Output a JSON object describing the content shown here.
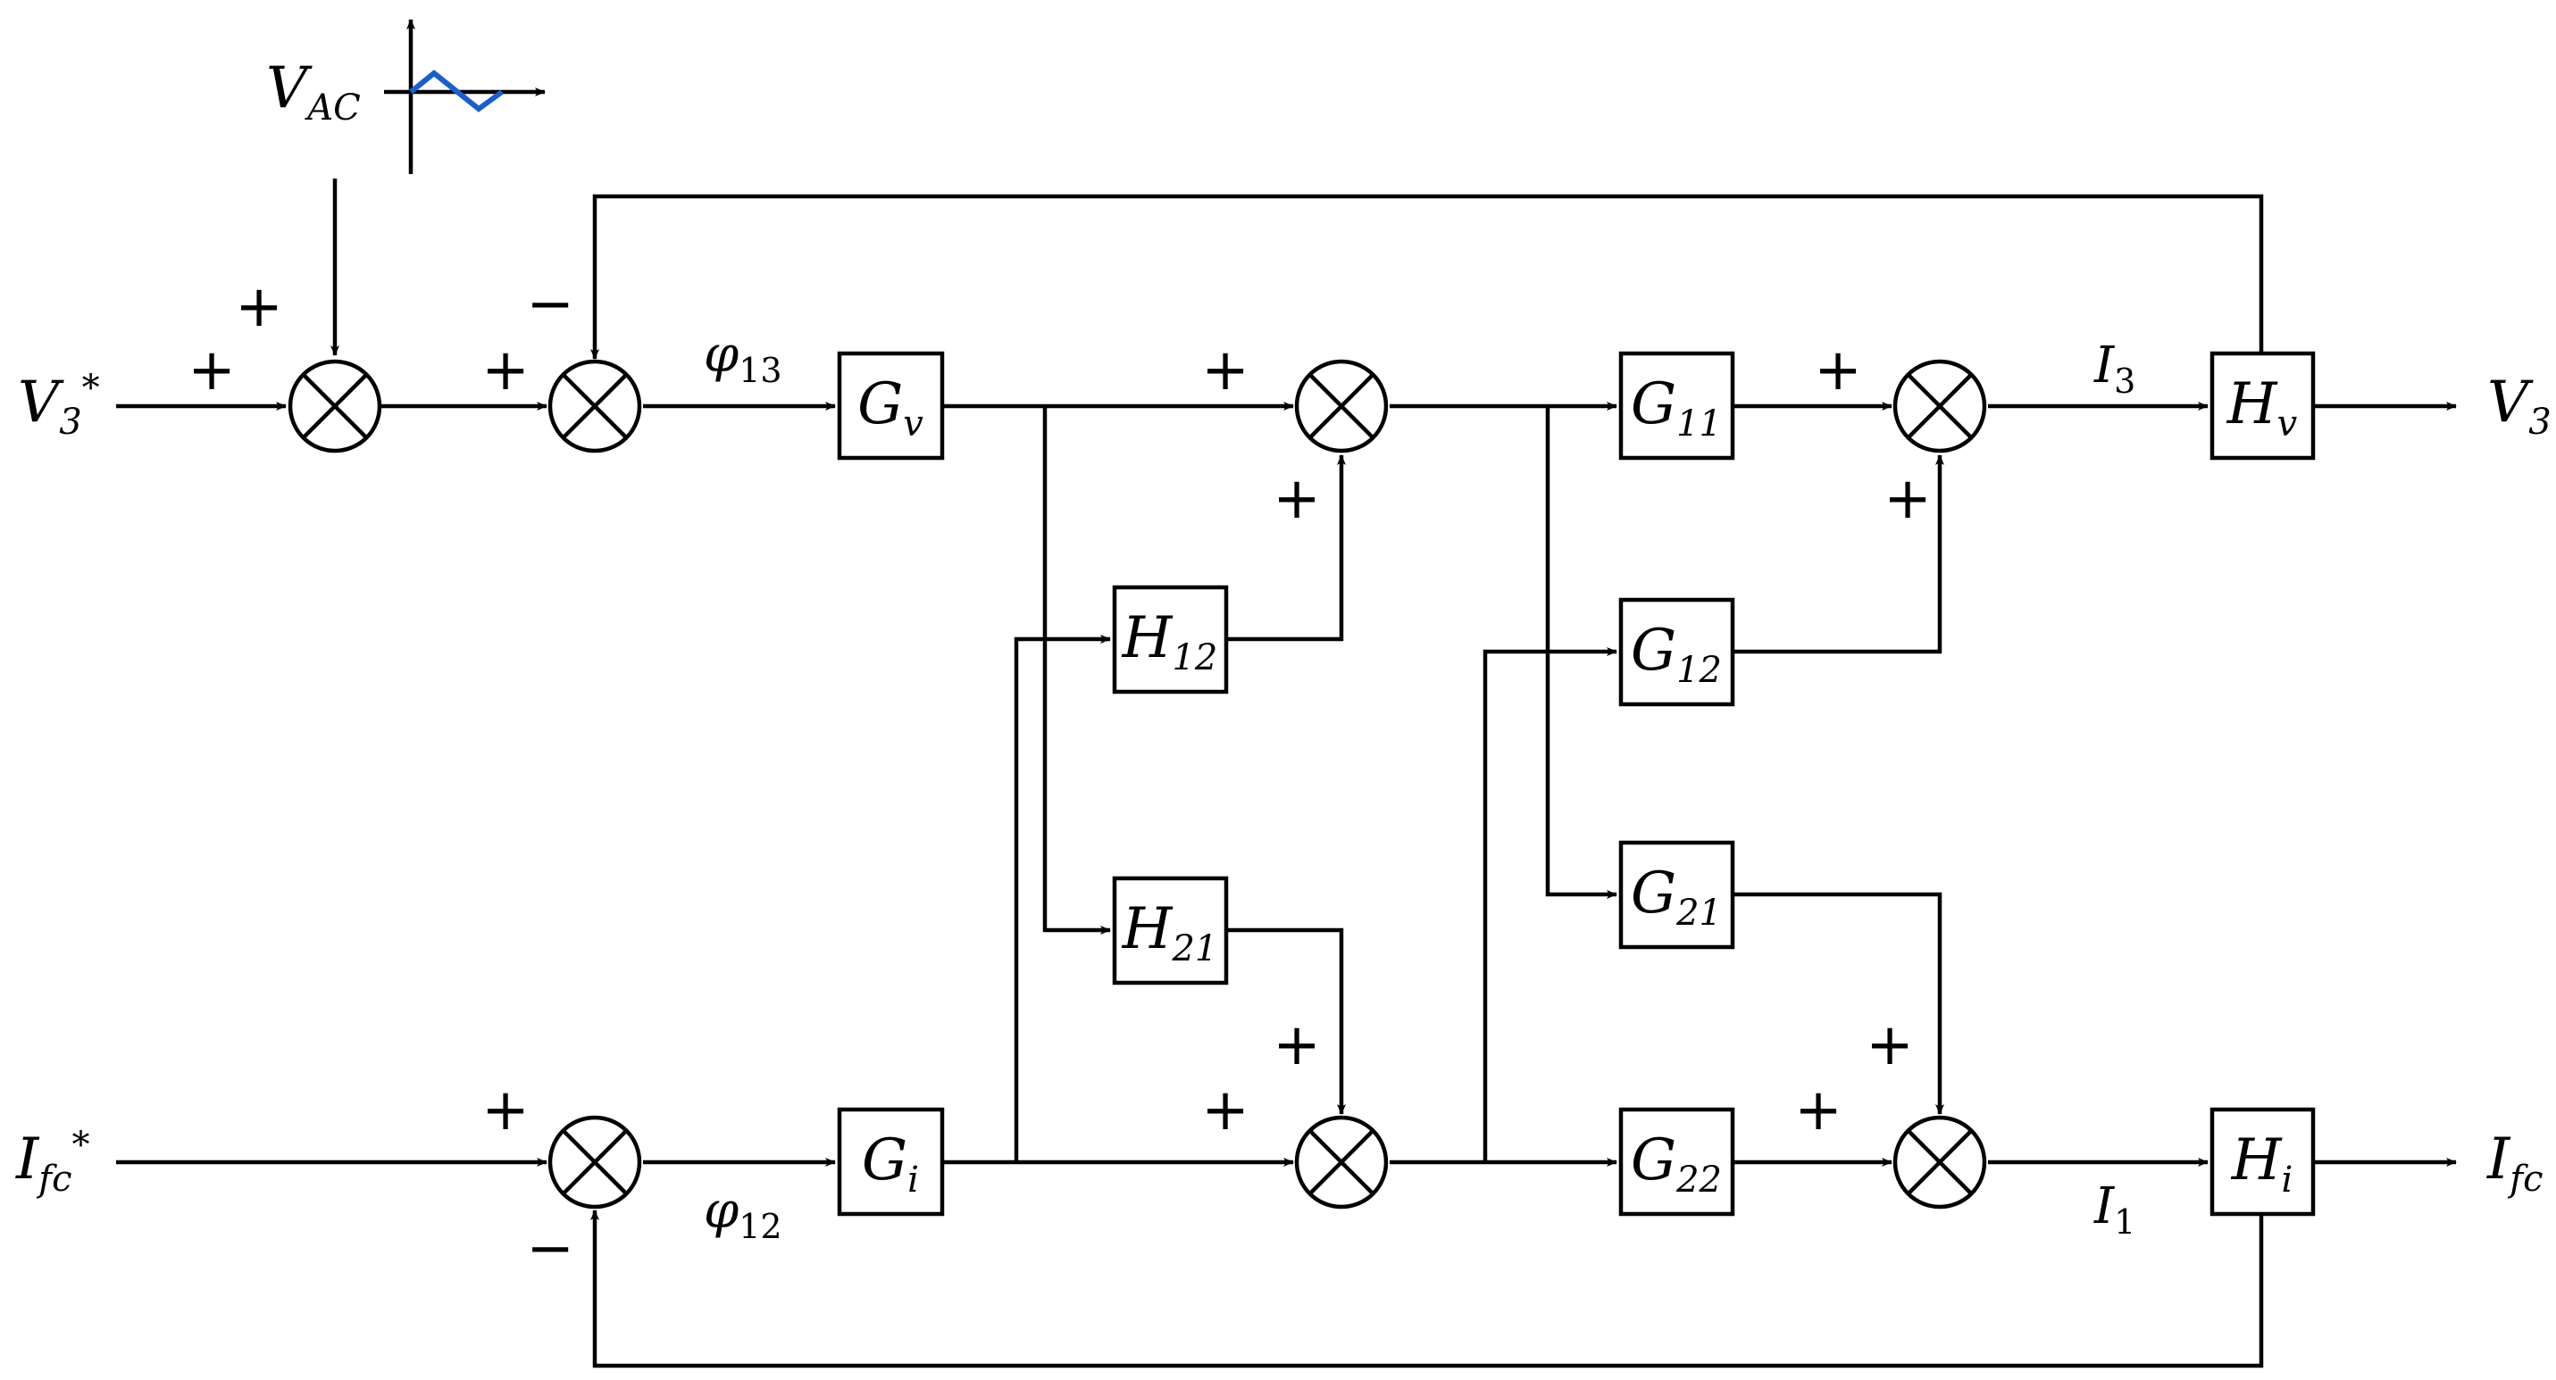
{
  "inputs": {
    "v_ref": {
      "main": "V",
      "sub": "3",
      "sup": "*"
    },
    "i_ref": {
      "main": "I",
      "sub": "fc",
      "sup": "*"
    },
    "v_ac": {
      "main": "V",
      "sub": "AC"
    }
  },
  "outputs": {
    "v_out": {
      "main": "V",
      "sub": "3"
    },
    "i_out": {
      "main": "I",
      "sub": "fc"
    }
  },
  "signals": {
    "phi13": {
      "main": "φ",
      "sub": "13"
    },
    "phi12": {
      "main": "φ",
      "sub": "12"
    },
    "i3": {
      "main": "I",
      "sub": "3"
    },
    "i1": {
      "main": "I",
      "sub": "1"
    }
  },
  "blocks": {
    "gv": {
      "main": "G",
      "sub": "v"
    },
    "gi": {
      "main": "G",
      "sub": "i"
    },
    "h12": {
      "main": "H",
      "sub": "12"
    },
    "h21": {
      "main": "H",
      "sub": "21"
    },
    "g11": {
      "main": "G",
      "sub": "11"
    },
    "g12": {
      "main": "G",
      "sub": "12"
    },
    "g21": {
      "main": "G",
      "sub": "21"
    },
    "g22": {
      "main": "G",
      "sub": "22"
    },
    "hv": {
      "main": "H",
      "sub": "v"
    },
    "hi": {
      "main": "H",
      "sub": "i"
    }
  },
  "signs": {
    "plus": "+",
    "minus": "−"
  },
  "colors": {
    "line": "#000000",
    "ac_wave": "#1a5fcc"
  }
}
